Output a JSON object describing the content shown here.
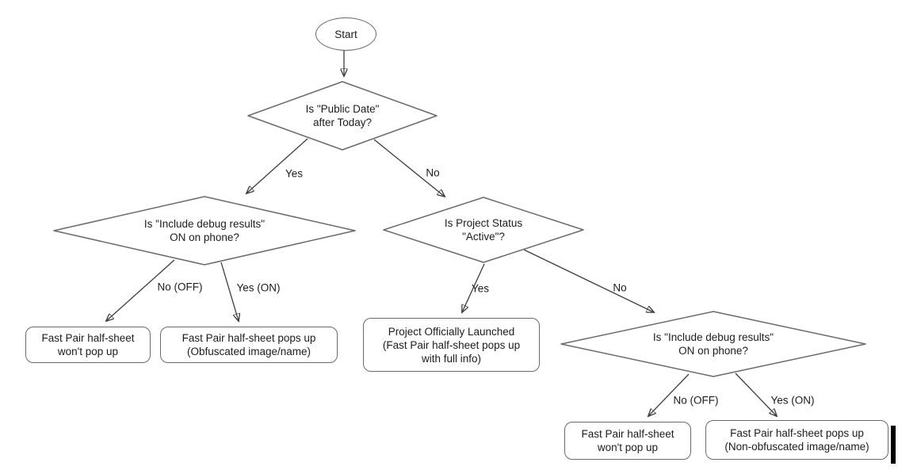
{
  "flowchart": {
    "nodes": {
      "start": {
        "label": "Start"
      },
      "d1": {
        "label": "Is \"Public Date\"\nafter Today?"
      },
      "d2": {
        "label": "Is \"Include debug results\"\nON on phone?"
      },
      "d3": {
        "label": "Is Project Status\n\"Active\"?"
      },
      "d4": {
        "label": "Is \"Include debug results\"\nON on phone?"
      },
      "r1": {
        "label": "Fast Pair half-sheet\nwon't pop up"
      },
      "r2": {
        "label": "Fast Pair half-sheet pops up\n(Obfuscated image/name)"
      },
      "r3": {
        "label": "Project Officially Launched\n(Fast Pair half-sheet pops up\nwith full info)"
      },
      "r4": {
        "label": "Fast Pair half-sheet\nwon't pop up"
      },
      "r5": {
        "label": "Fast Pair half-sheet pops up\n(Non-obfuscated image/name)"
      }
    },
    "edge_labels": {
      "d1_yes": "Yes",
      "d1_no": "No",
      "d2_no": "No (OFF)",
      "d2_yes": "Yes (ON)",
      "d3_yes": "Yes",
      "d3_no": "No",
      "d4_no": "No (OFF)",
      "d4_yes": "Yes (ON)"
    },
    "colors": {
      "stroke": "#6a6a6a",
      "edge": "#3d3d3d",
      "text": "#1c1c1c",
      "background": "#ffffff"
    }
  }
}
